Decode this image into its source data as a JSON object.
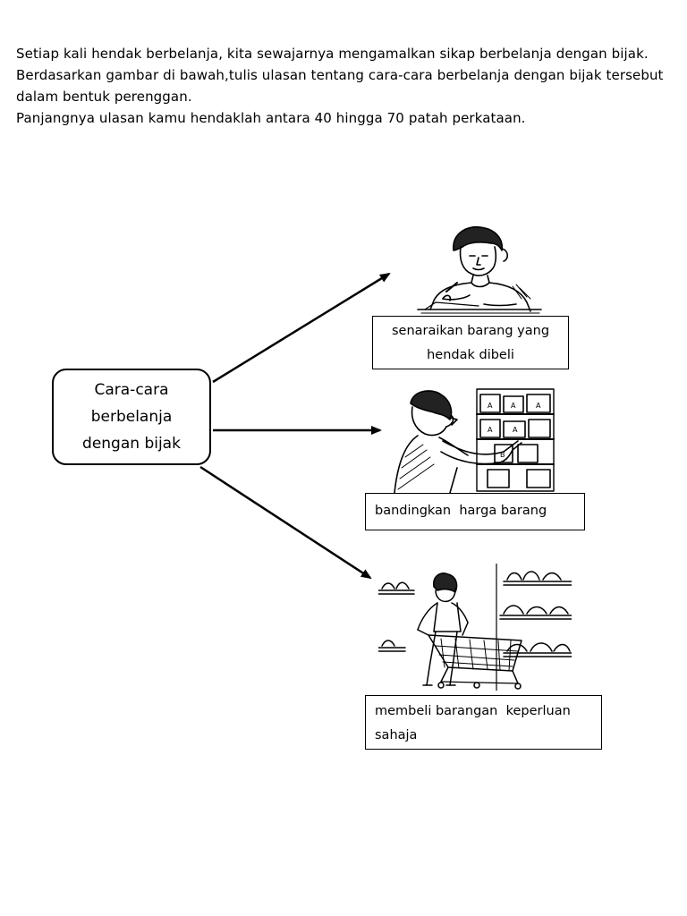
{
  "instructions": {
    "line1": "Setiap kali hendak berbelanja, kita sewajarnya mengamalkan sikap berbelanja dengan bijak.",
    "line2": "Berdasarkan gambar di bawah,tulis ulasan tentang cara-cara berbelanja dengan bijak tersebut dalam bentuk perenggan.",
    "line3": "Panjangnya ulasan kamu hendaklah antara 40 hingga 70 patah perkataan."
  },
  "diagram": {
    "center": {
      "line1": "Cara-cara",
      "line2": "berbelanja",
      "line3": "dengan bijak"
    },
    "items": [
      {
        "label_line1": "senaraikan barang yang",
        "label_line2": "hendak dibeli",
        "icon": "woman-writing-list"
      },
      {
        "label_line1": "bandingkan  harga barang",
        "icon": "man-comparing-prices"
      },
      {
        "label_line1": "membeli barangan  keperluan",
        "label_line2": "sahaja",
        "icon": "woman-with-shopping-trolley"
      }
    ]
  }
}
